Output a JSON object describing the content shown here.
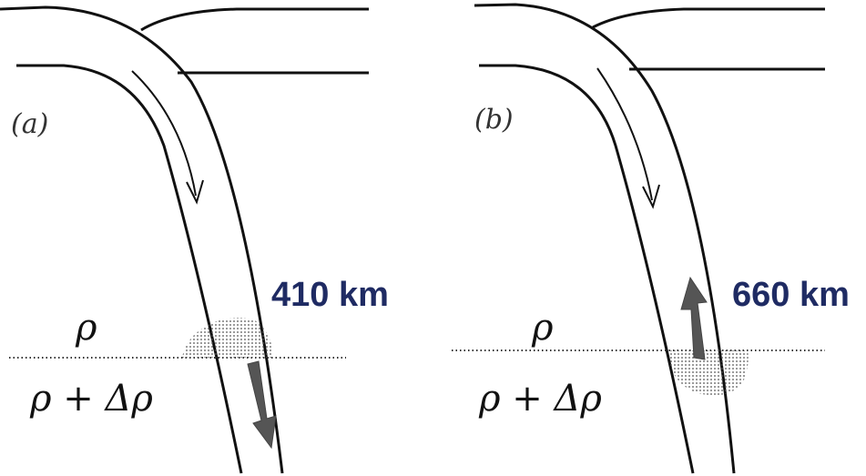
{
  "panels": [
    {
      "label": "(a)",
      "depth": "410 km",
      "rho_upper": "ρ",
      "rho_lower": "ρ + Δρ"
    },
    {
      "label": "(b)",
      "depth": "660 km",
      "rho_upper": "ρ",
      "rho_lower": "ρ + Δρ"
    }
  ],
  "colors": {
    "stroke": "#111111",
    "stipple": "#555555",
    "arrow_fill": "#555555",
    "depth_text": "#1f2b63"
  }
}
